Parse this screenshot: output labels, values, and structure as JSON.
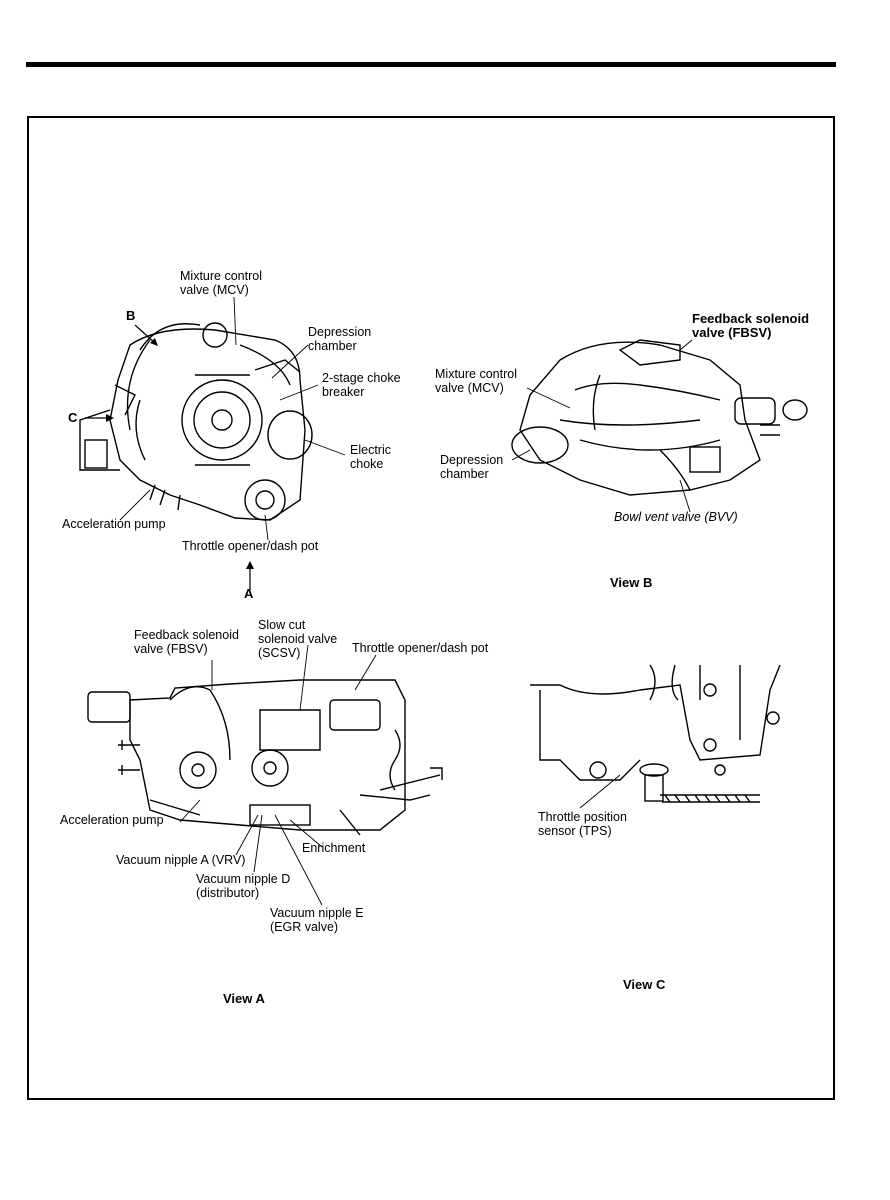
{
  "figure_a": {
    "letter_b": "B",
    "letter_c": "C",
    "letter_a": "A",
    "mcv": "Mixture control\nvalve (MCV)",
    "depression": "Depression\nchamber",
    "choke_breaker": "2-stage choke\nbreaker",
    "electric_choke": "Electric\nchoke",
    "accel_pump": "Acceleration pump",
    "throttle_opener": "Throttle opener/dash pot"
  },
  "view_b": {
    "fbsv": "Feedback solenoid\nvalve (FBSV)",
    "mcv": "Mixture control\nvalve (MCV)",
    "depression": "Depression\nchamber",
    "bvv": "Bowl vent valve (BVV)",
    "title": "View B"
  },
  "view_a": {
    "fbsv": "Feedback solenoid\nvalve (FBSV)",
    "scsv": "Slow cut\nsolenoid valve\n(SCSV)",
    "throttle_opener": "Throttle opener/dash pot",
    "accel_pump": "Acceleration pump",
    "enrichment": "Enrichment",
    "nipple_a": "Vacuum nipple A (VRV)",
    "nipple_d": "Vacuum nipple D\n(distributor)",
    "nipple_e": "Vacuum nipple E\n(EGR valve)",
    "title": "View A"
  },
  "view_c": {
    "tps": "Throttle position\nsensor (TPS)",
    "title": "View C"
  }
}
